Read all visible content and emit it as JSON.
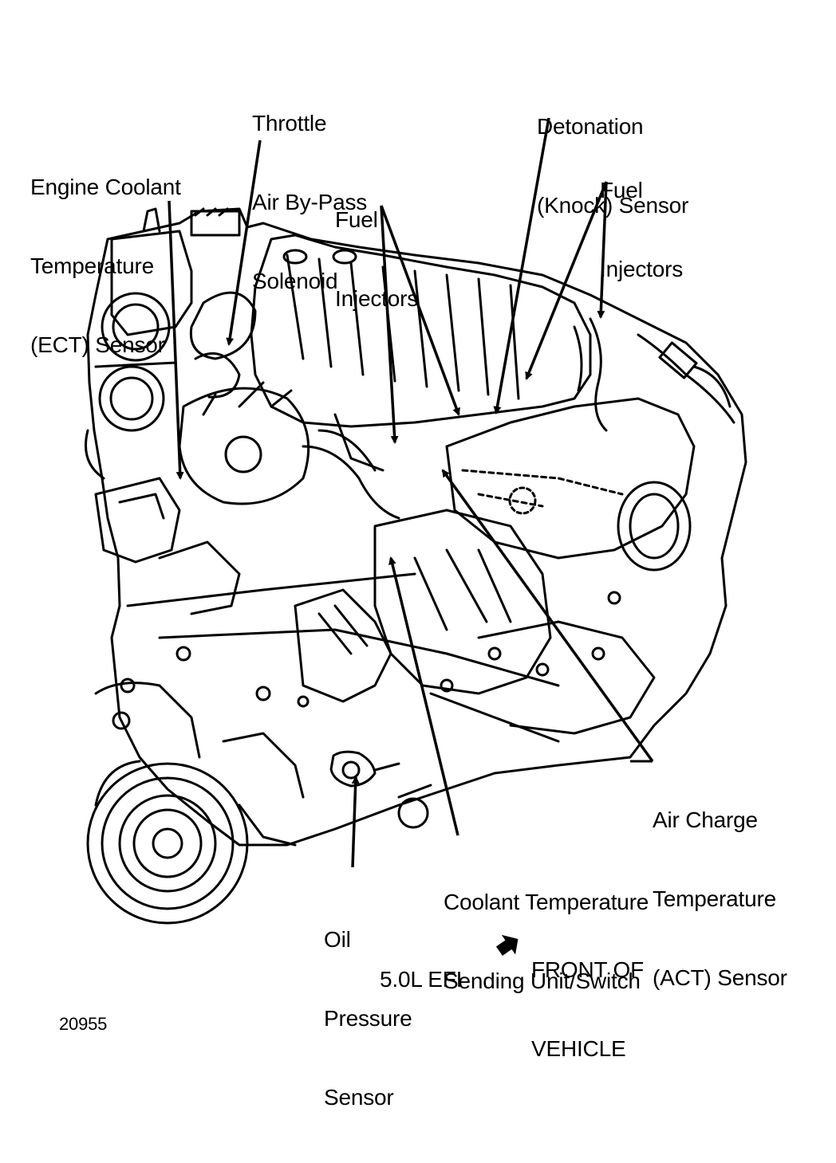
{
  "diagram": {
    "caption": "5.0L EFI",
    "figure_number": "20955",
    "labels": {
      "ect_sensor": [
        "Engine Coolant",
        "Temperature",
        "(ECT) Sensor"
      ],
      "throttle_bypass": [
        "Throttle",
        "Air By-Pass",
        "Solenoid"
      ],
      "fuel_injectors_left": [
        "Fuel",
        "Injectors"
      ],
      "knock_sensor": [
        "Detonation",
        "(Knock) Sensor"
      ],
      "fuel_injectors_right": [
        "Fuel",
        "Injectors"
      ],
      "act_sensor": [
        "Air Charge",
        "Temperature",
        "(ACT) Sensor"
      ],
      "coolant_sending_unit": [
        "Coolant Temperature",
        "Sending Unit/Switch"
      ],
      "oil_pressure_sensor": [
        "Oil",
        "Pressure",
        "Sensor"
      ],
      "front_of_vehicle": [
        "FRONT OF",
        "VEHICLE"
      ]
    }
  },
  "colors": {
    "ink": "#000000",
    "paper": "#ffffff"
  }
}
